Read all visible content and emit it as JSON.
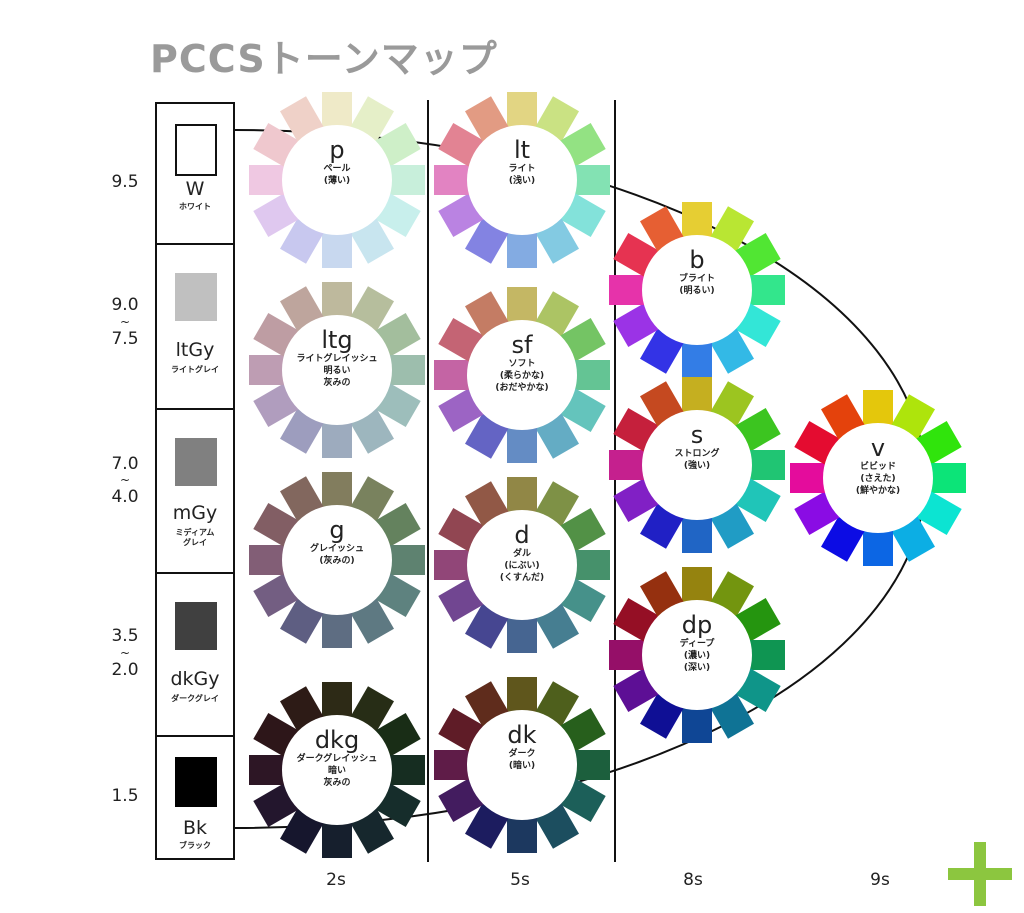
{
  "title": "PCCSトーンマップ",
  "grays": [
    {
      "code": "W",
      "jp": "ホワイト",
      "value": "9.5",
      "color": "#ffffff"
    },
    {
      "code": "ltGy",
      "jp": "ライトグレイ",
      "value_top": "9.0",
      "value_bottom": "7.5",
      "color": "#c0c0c0"
    },
    {
      "code": "mGy",
      "jp": "ミディアム グレイ",
      "value_top": "7.0",
      "value_bottom": "4.0",
      "color": "#808080"
    },
    {
      "code": "dkGy",
      "jp": "ダークグレイ",
      "value_top": "3.5",
      "value_bottom": "2.0",
      "color": "#404040"
    },
    {
      "code": "Bk",
      "jp": "ブラック",
      "value": "1.5",
      "color": "#000000"
    }
  ],
  "tones": [
    {
      "code": "p",
      "jp": [
        "ペール",
        "(薄い)"
      ]
    },
    {
      "code": "lt",
      "jp": [
        "ライト",
        "(浅い)"
      ]
    },
    {
      "code": "b",
      "jp": [
        "ブライト",
        "(明るい)"
      ]
    },
    {
      "code": "ltg",
      "jp": [
        "ライトグレイッシュ",
        "明るい",
        "灰みの"
      ]
    },
    {
      "code": "sf",
      "jp": [
        "ソフト",
        "(柔らかな)",
        "(おだやかな)"
      ]
    },
    {
      "code": "s",
      "jp": [
        "ストロング",
        "(強い)"
      ]
    },
    {
      "code": "v",
      "jp": [
        "ビビッド",
        "(さえた)",
        "(鮮やかな)"
      ]
    },
    {
      "code": "g",
      "jp": [
        "グレイッシュ",
        "(灰みの)"
      ]
    },
    {
      "code": "d",
      "jp": [
        "ダル",
        "(にぶい)",
        "(くすんだ)"
      ]
    },
    {
      "code": "dp",
      "jp": [
        "ディープ",
        "(濃い)",
        "(深い)"
      ]
    },
    {
      "code": "dkg",
      "jp": [
        "ダークグレイッシュ",
        "暗い",
        "灰みの"
      ]
    },
    {
      "code": "dk",
      "jp": [
        "ダーク",
        "(暗い)"
      ]
    }
  ],
  "saturation_labels": [
    "2s",
    "5s",
    "8s",
    "9s"
  ],
  "accent_color": "#8cc63f"
}
